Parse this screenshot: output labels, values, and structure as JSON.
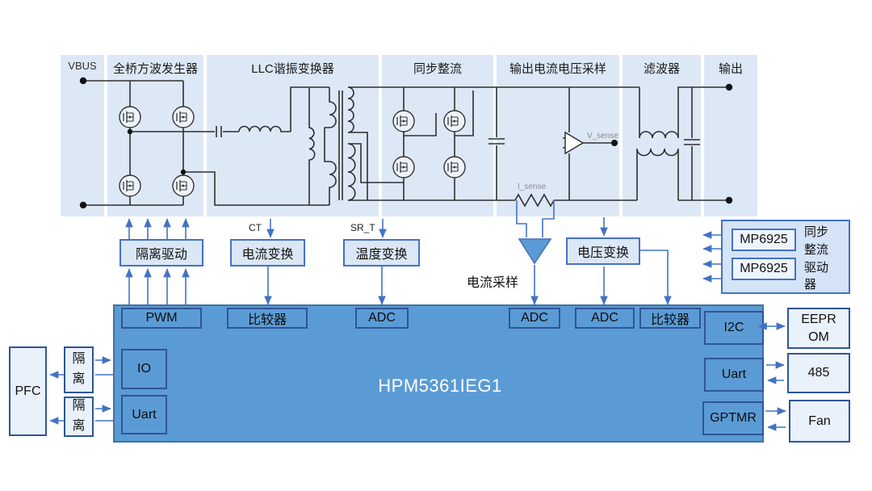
{
  "sections": [
    {
      "label": "VBUS"
    },
    {
      "label": "全桥方波发生器"
    },
    {
      "label": "LLC谐振变换器"
    },
    {
      "label": "同步整流"
    },
    {
      "label": "输出电流电压采样"
    },
    {
      "label": "滤波器"
    },
    {
      "label": "输出"
    }
  ],
  "signals": {
    "ct": "CT",
    "sr_t": "SR_T",
    "i_sense": "I_sense",
    "v_sense": "V_sense",
    "current_sample": "电流采样"
  },
  "blocks": {
    "iso_drive": "隔离驱动",
    "current_conv": "电流变换",
    "temp_conv": "温度变换",
    "volt_conv": "电压变换"
  },
  "sync_rect_driver": {
    "chip1": "MP6925",
    "chip2": "MP6925",
    "label": "同步整流驱动器"
  },
  "mcu": {
    "name": "HPM5361IEG1",
    "pwm": "PWM",
    "cmp1": "比较器",
    "adc1": "ADC",
    "adc2": "ADC",
    "adc3": "ADC",
    "cmp2": "比较器",
    "io": "IO",
    "uart_left": "Uart",
    "i2c": "I2C",
    "uart_right": "Uart",
    "gptmr": "GPTMR"
  },
  "left": {
    "pfc": "PFC",
    "iso1": "隔离",
    "iso2": "隔离"
  },
  "peripherals": {
    "eeprom": "EEPROM",
    "rs485": "485",
    "fan": "Fan"
  },
  "colors": {
    "panel": "#dce8f6",
    "mcu_fill": "#5b9bd5",
    "mcu_border": "#41719c",
    "accent": "#4472c4",
    "box_fill": "#dbe7f6",
    "chip_fill": "#eef4fc"
  }
}
